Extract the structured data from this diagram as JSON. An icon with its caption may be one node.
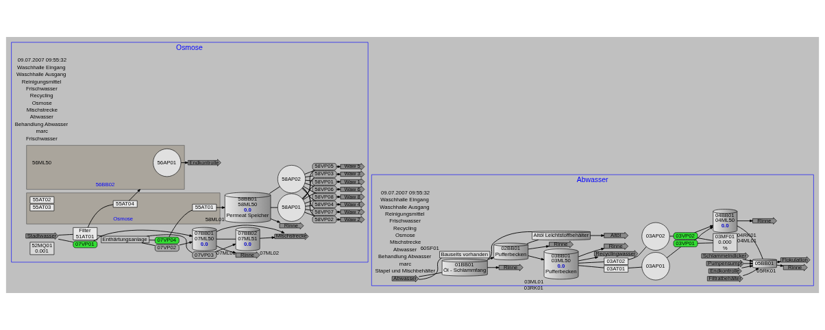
{
  "diagram": {
    "nodes": [
      {
        "text": [
          "Osmose"
        ]
      },
      {
        "text": [
          "Stadtwasser"
        ],
        "in": 0
      },
      {
        "text": [
          "07VP01"
        ],
        "in": 0
      },
      {
        "text": [
          "Filter",
          "51AT01"
        ],
        "in": 0
      },
      {
        "text": [
          "Enthärtungsanlage"
        ],
        "in": 0
      },
      {
        "text": [
          "52MQ01",
          "0.001"
        ],
        "in": 0
      },
      {
        "text": [
          "07VP02"
        ],
        "in": 0
      },
      {
        "text": [
          "07VP03"
        ],
        "in": 0
      },
      {
        "text": [
          "07VP04"
        ],
        "in": 0
      },
      {
        "text": [
          "07BB01",
          "07ML50",
          "0.0"
        ],
        "beside": [
          "07ML01"
        ],
        "in": 0
      },
      {
        "text": [
          "07BB02",
          "07ML51",
          "0.0"
        ],
        "beside": [
          "07ML02"
        ],
        "in": 0
      },
      {
        "text": [
          "Mischstrecke"
        ],
        "in": 0
      },
      {
        "text": [
          "Rinne"
        ],
        "in": 0
      },
      {
        "text": [
          "Osmose"
        ],
        "in": 0
      },
      {
        "text": [
          "55AT01"
        ],
        "in": 13
      },
      {
        "text": [
          "55AT02"
        ],
        "in": 13
      },
      {
        "text": [
          "55AT03"
        ],
        "in": 13
      },
      {
        "text": [
          "55AT04"
        ],
        "in": 13
      },
      {
        "text": [
          "58BB01",
          "58ML50",
          "0.0",
          "Permeat Speicher"
        ],
        "beside": [
          "58ML01"
        ],
        "in": 0
      },
      {
        "text": [
          "58AP01"
        ],
        "in": 0
      },
      {
        "text": [
          "58AP02"
        ],
        "in": 0
      },
      {
        "text": [
          "58VP01"
        ],
        "in": 0
      },
      {
        "text": [
          "58VP02"
        ],
        "in": 0
      },
      {
        "text": [
          "58VP03"
        ],
        "in": 0
      },
      {
        "text": [
          "58VP04"
        ],
        "in": 0
      },
      {
        "text": [
          "58VP05"
        ],
        "in": 0
      },
      {
        "text": [
          "58VP06"
        ],
        "in": 0
      },
      {
        "text": [
          "58VP07"
        ],
        "in": 0
      },
      {
        "text": [
          "58VP08"
        ],
        "in": 0
      },
      {
        "text": [
          "Waw 1"
        ],
        "in": 0
      },
      {
        "text": [
          "Waw 2"
        ],
        "in": 0
      },
      {
        "text": [
          "Waw 3"
        ],
        "in": 0
      },
      {
        "text": [
          "Waw 4"
        ],
        "in": 0
      },
      {
        "text": [
          "Waw 5"
        ],
        "in": 0
      },
      {
        "text": [
          "Waw 6"
        ],
        "in": 0
      },
      {
        "text": [
          "Waw 7"
        ],
        "in": 0
      },
      {
        "text": [
          "Waw 8"
        ],
        "in": 0
      },
      {
        "text": [
          "Rinne"
        ],
        "in": 0
      },
      {
        "text": [
          "Endkontrolle"
        ],
        "in": 0
      },
      {
        "text": [
          "56BB02"
        ],
        "beside": [
          "56ML50"
        ],
        "in": 0
      },
      {
        "text": [
          "56AP01"
        ],
        "in": 39
      },
      {
        "text": [
          "Abwasser"
        ]
      },
      {
        "text": [
          "Abwasser"
        ],
        "in": 41
      },
      {
        "text": [
          "01BB01",
          "Öl - Schlammfang"
        ],
        "in": 41
      },
      {
        "text": [
          "Rinne"
        ],
        "in": 41
      },
      {
        "text": [
          "02BB01",
          "Pufferbecken"
        ],
        "in": 41
      },
      {
        "text": [
          "Rinne"
        ],
        "in": 41
      },
      {
        "text": [
          "03BB01",
          "03ML50",
          "0.0",
          "Pufferbecken"
        ],
        "beside": [
          "03ML01",
          "03RK01"
        ],
        "in": 41
      },
      {
        "text": [
          "Rinne"
        ],
        "in": 41
      },
      {
        "text": [
          "Altöl Leichtstoffbehälter"
        ],
        "in": 41
      },
      {
        "text": [
          "Altöl"
        ],
        "in": 41
      },
      {
        "text": [
          "03AT01"
        ],
        "in": 41
      },
      {
        "text": [
          "03AT02"
        ],
        "in": 41
      },
      {
        "text": [
          "03AP01"
        ],
        "in": 41
      },
      {
        "text": [
          "03AP02"
        ],
        "in": 41
      },
      {
        "text": [
          "03VP01"
        ],
        "in": 41
      },
      {
        "text": [
          "03VP02"
        ],
        "in": 41
      },
      {
        "text": [
          "Recyclingwasser"
        ],
        "in": 41
      },
      {
        "text": [
          "03MF01",
          "0.000",
          "%"
        ],
        "in": 41
      },
      {
        "text": [
          "Bauseits vorhanden"
        ],
        "beside": [
          "60SF01"
        ],
        "in": 41
      },
      {
        "text": [
          "04BB01",
          "04ML50",
          "0.0"
        ],
        "beside": [
          "04RK01",
          "04ML01"
        ],
        "in": 41
      },
      {
        "text": [
          "05BB01"
        ],
        "beside": [
          "05RK01"
        ],
        "in": 41
      },
      {
        "text": [
          "Rinne"
        ],
        "in": 41
      },
      {
        "text": [
          "Rinne"
        ],
        "in": 41
      },
      {
        "text": [
          "Flokulation"
        ],
        "in": 41
      },
      {
        "text": [
          "Endkontrolle"
        ],
        "in": 41
      },
      {
        "text": [
          "Filtratbehälter"
        ],
        "in": 41
      },
      {
        "text": [
          "Schlammeindicker"
        ],
        "in": 41
      },
      {
        "text": [
          "Pumpensumpf"
        ],
        "in": 41
      }
    ],
    "edges": [
      {
        "from": 1,
        "to": 2,
        "arrow": "none"
      },
      {
        "from": 2,
        "to": 9,
        "arrow": "to"
      },
      {
        "from": 1,
        "to": 3,
        "arrow": "none"
      },
      {
        "from": 3,
        "to": 4,
        "arrow": "none"
      },
      {
        "from": 4,
        "to": 6,
        "arrow": "none"
      },
      {
        "from": 4,
        "to": 7,
        "arrow": "none"
      },
      {
        "from": 4,
        "to": 8,
        "arrow": "none"
      },
      {
        "from": 6,
        "to": 9,
        "arrow": "to"
      },
      {
        "from": 7,
        "to": 10,
        "arrow": "to"
      },
      {
        "from": 9,
        "to": 10,
        "arrow": "none"
      },
      {
        "from": 9,
        "to": 11,
        "arrow": "to"
      },
      {
        "from": 10,
        "to": 11,
        "arrow": "to"
      },
      {
        "from": 9,
        "to": 12,
        "arrow": "to"
      },
      {
        "from": 8,
        "to": 14,
        "arrow": "none"
      },
      {
        "from": 3,
        "to": 17,
        "arrow": "none"
      },
      {
        "from": 14,
        "to": 18,
        "arrow": "to"
      },
      {
        "from": 17,
        "to": 39,
        "arrow": "to"
      },
      {
        "from": 18,
        "to": 19,
        "arrow": "none"
      },
      {
        "from": 18,
        "to": 20,
        "arrow": "none"
      },
      {
        "from": 19,
        "to": 21,
        "arrow": "none"
      },
      {
        "from": 19,
        "to": 22,
        "arrow": "none"
      },
      {
        "from": 19,
        "to": 23,
        "arrow": "none"
      },
      {
        "from": 19,
        "to": 24,
        "arrow": "none"
      },
      {
        "from": 19,
        "to": 25,
        "arrow": "none"
      },
      {
        "from": 19,
        "to": 26,
        "arrow": "none"
      },
      {
        "from": 19,
        "to": 27,
        "arrow": "none"
      },
      {
        "from": 19,
        "to": 28,
        "arrow": "none"
      },
      {
        "from": 20,
        "to": 21,
        "arrow": "none"
      },
      {
        "from": 20,
        "to": 22,
        "arrow": "none"
      },
      {
        "from": 20,
        "to": 23,
        "arrow": "none"
      },
      {
        "from": 20,
        "to": 24,
        "arrow": "none"
      },
      {
        "from": 20,
        "to": 25,
        "arrow": "none"
      },
      {
        "from": 20,
        "to": 26,
        "arrow": "none"
      },
      {
        "from": 20,
        "to": 27,
        "arrow": "none"
      },
      {
        "from": 20,
        "to": 28,
        "arrow": "none"
      },
      {
        "from": 21,
        "to": 29,
        "arrow": "to"
      },
      {
        "from": 22,
        "to": 30,
        "arrow": "to"
      },
      {
        "from": 23,
        "to": 31,
        "arrow": "to"
      },
      {
        "from": 24,
        "to": 32,
        "arrow": "to"
      },
      {
        "from": 25,
        "to": 33,
        "arrow": "to"
      },
      {
        "from": 26,
        "to": 34,
        "arrow": "to"
      },
      {
        "from": 27,
        "to": 35,
        "arrow": "to"
      },
      {
        "from": 28,
        "to": 36,
        "arrow": "to"
      },
      {
        "from": 18,
        "to": 37,
        "arrow": "to"
      },
      {
        "from": 40,
        "to": 38,
        "arrow": "to"
      },
      {
        "from": 42,
        "to": 43,
        "arrow": "none"
      },
      {
        "from": 42,
        "to": 59,
        "arrow": "none"
      },
      {
        "from": 43,
        "to": 45,
        "arrow": "to"
      },
      {
        "from": 45,
        "to": 47,
        "arrow": "to"
      },
      {
        "from": 43,
        "to": 44,
        "arrow": "to"
      },
      {
        "from": 45,
        "to": 46,
        "arrow": "to"
      },
      {
        "from": 47,
        "to": 48,
        "arrow": "to"
      },
      {
        "from": 43,
        "to": 49,
        "arrow": "none"
      },
      {
        "from": 45,
        "to": 49,
        "arrow": "none"
      },
      {
        "from": 49,
        "to": 50,
        "arrow": "to"
      },
      {
        "from": 47,
        "to": 51,
        "arrow": "none"
      },
      {
        "from": 47,
        "to": 52,
        "arrow": "none"
      },
      {
        "from": 47,
        "to": 57,
        "arrow": "to"
      },
      {
        "from": 51,
        "to": 53,
        "arrow": "none"
      },
      {
        "from": 52,
        "to": 54,
        "arrow": "none"
      },
      {
        "from": 53,
        "to": 55,
        "arrow": "none"
      },
      {
        "from": 54,
        "to": 56,
        "arrow": "none"
      },
      {
        "from": 55,
        "to": 60,
        "arrow": "to"
      },
      {
        "from": 56,
        "to": 60,
        "arrow": "to"
      },
      {
        "from": 55,
        "to": 58,
        "arrow": "none"
      },
      {
        "from": 56,
        "to": 58,
        "arrow": "none"
      },
      {
        "from": 60,
        "to": 61,
        "arrow": "none"
      },
      {
        "from": 60,
        "to": 62,
        "arrow": "to"
      },
      {
        "from": 61,
        "to": 63,
        "arrow": "to"
      },
      {
        "from": 61,
        "to": 64,
        "arrow": "to"
      },
      {
        "from": 65,
        "to": 61,
        "arrow": "to"
      },
      {
        "from": 66,
        "to": 61,
        "arrow": "to"
      },
      {
        "from": 67,
        "to": 61,
        "arrow": "to"
      },
      {
        "from": 68,
        "to": 61,
        "arrow": "to"
      }
    ],
    "labels": [
      "09.07.2007 09:55:32",
      "Waschhalle Eingang",
      "Waschhalle Ausgang",
      "Reinigungsmittel",
      "Frischwasser",
      "Recycling",
      "Osmose",
      "Mischstrecke",
      "Abwasser",
      "Behandlung Abwasser",
      "marc",
      "Frischwasser",
      "09.07.2007 09:55:32",
      "Waschhalle Eingang",
      "Waschhalle Ausgang",
      "Reinigungsmittel",
      "Frischwasser",
      "Recycling",
      "Osmose",
      "Mischstrecke",
      "Abwasser",
      "Behandlung Abwasser",
      "marc",
      "Stapel und Mischbehälter"
    ]
  }
}
